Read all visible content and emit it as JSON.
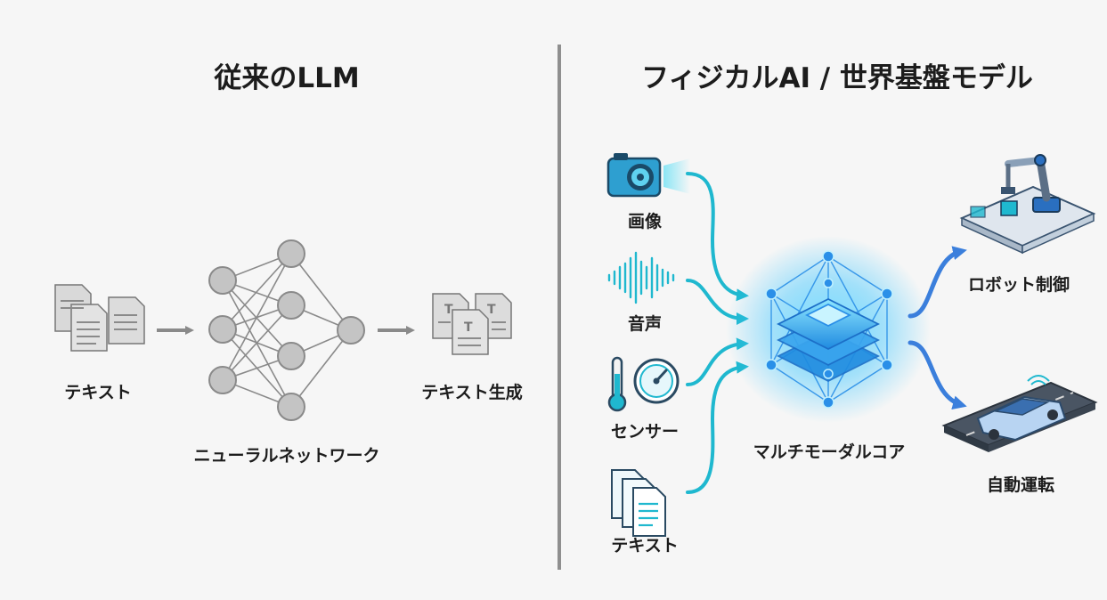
{
  "left_panel": {
    "title": "従来のLLM",
    "input_label": "テキスト",
    "model_label": "ニューラルネットワーク",
    "output_label": "テキスト生成"
  },
  "right_panel": {
    "title": "フィジカルAI / 世界基盤モデル",
    "inputs": [
      {
        "label": "画像",
        "icon": "camera-icon"
      },
      {
        "label": "音声",
        "icon": "sound-wave-icon"
      },
      {
        "label": "センサー",
        "icon": "sensor-icon"
      },
      {
        "label": "テキスト",
        "icon": "document-icon"
      }
    ],
    "core_label": "マルチモーダルコア",
    "outputs": [
      {
        "label": "ロボット制御",
        "icon": "robot-arm-icon"
      },
      {
        "label": "自動運転",
        "icon": "car-icon"
      }
    ]
  },
  "colors": {
    "divider": "#8f8f8f",
    "gray_arrow": "#8a8a8a",
    "gray_node": "#c4c4c4",
    "cyan_arrow": "#1fb8cf",
    "blue_arrow": "#3b7fdc",
    "core_glow": "#3fc7ff",
    "core_node": "#2a8fe8"
  }
}
